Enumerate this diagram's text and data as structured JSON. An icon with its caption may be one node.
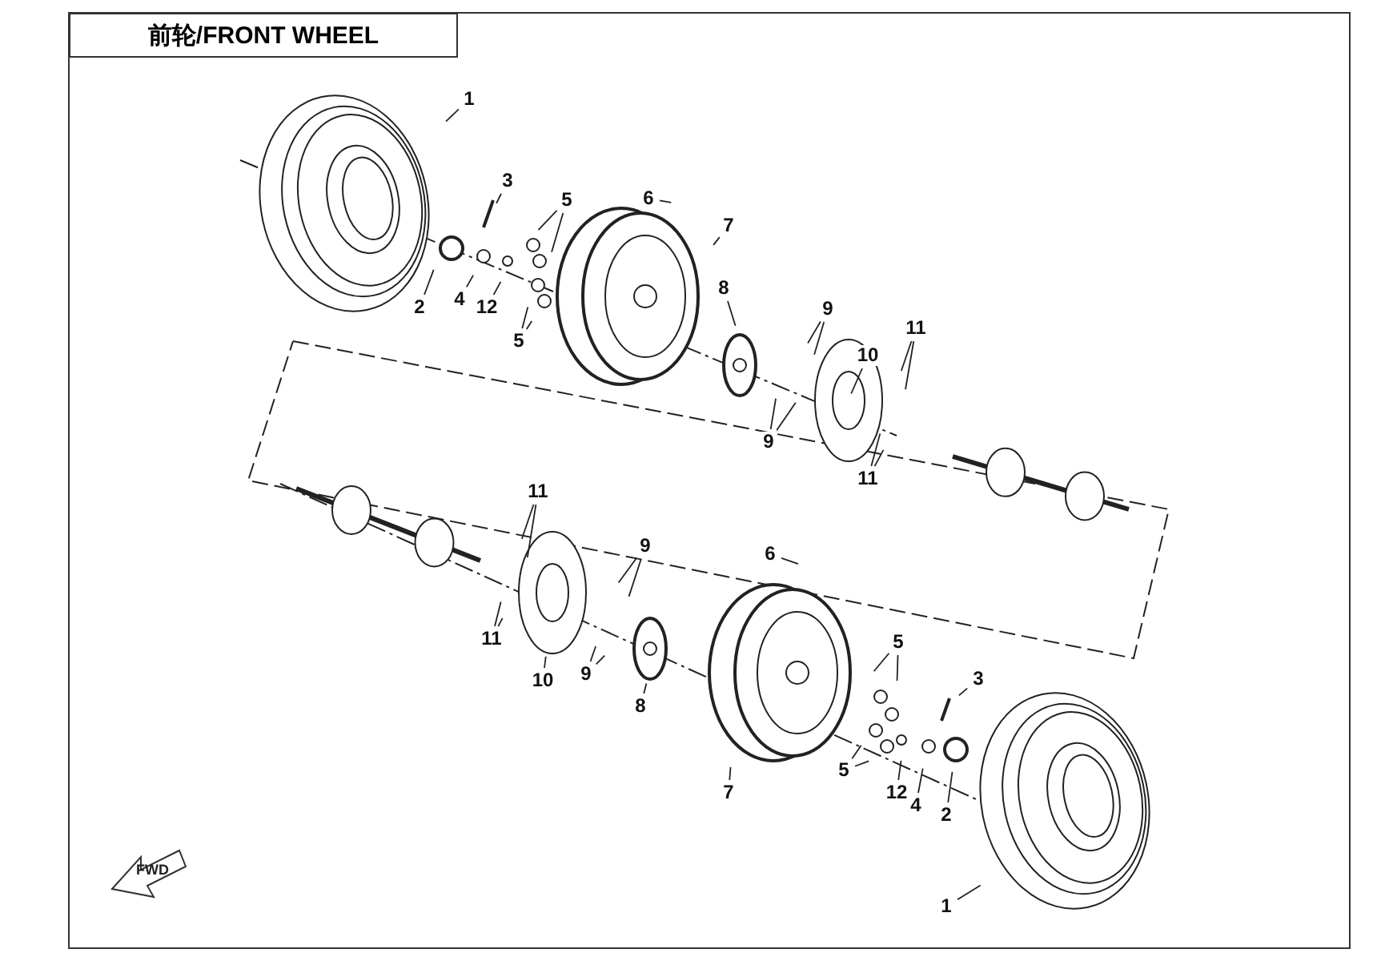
{
  "diagram": {
    "title": "前轮/FRONT WHEEL",
    "nodes": [
      {
        "text": [
          "1"
        ]
      },
      {
        "text": [
          "3"
        ]
      },
      {
        "text": [
          "5"
        ]
      },
      {
        "text": [
          "6"
        ]
      },
      {
        "text": [
          "7"
        ]
      },
      {
        "text": [
          "2"
        ]
      },
      {
        "text": [
          "4"
        ]
      },
      {
        "text": [
          "12"
        ]
      },
      {
        "text": [
          "5"
        ]
      },
      {
        "text": [
          "8"
        ]
      },
      {
        "text": [
          "9"
        ]
      },
      {
        "text": [
          "10"
        ]
      },
      {
        "text": [
          "11"
        ]
      },
      {
        "text": [
          "9"
        ]
      },
      {
        "text": [
          "11"
        ]
      },
      {
        "text": [
          "11"
        ]
      },
      {
        "text": [
          "9"
        ]
      },
      {
        "text": [
          "6"
        ]
      },
      {
        "text": [
          "5"
        ]
      },
      {
        "text": [
          "3"
        ]
      },
      {
        "text": [
          "11"
        ]
      },
      {
        "text": [
          "10"
        ]
      },
      {
        "text": [
          "9"
        ]
      },
      {
        "text": [
          "8"
        ]
      },
      {
        "text": [
          "7"
        ]
      },
      {
        "text": [
          "5"
        ]
      },
      {
        "text": [
          "12"
        ]
      },
      {
        "text": [
          "4"
        ]
      },
      {
        "text": [
          "2"
        ]
      },
      {
        "text": [
          "1"
        ]
      }
    ],
    "edges": [
      {
        "from": 0,
        "to": null,
        "arrow": "none"
      },
      {
        "from": 1,
        "to": null,
        "arrow": "none"
      },
      {
        "from": 2,
        "to": null,
        "arrow": "none"
      },
      {
        "from": 2,
        "to": null,
        "arrow": "none"
      },
      {
        "from": 3,
        "to": null,
        "arrow": "none"
      },
      {
        "from": 4,
        "to": null,
        "arrow": "none"
      },
      {
        "from": 5,
        "to": null,
        "arrow": "none"
      },
      {
        "from": 6,
        "to": null,
        "arrow": "none"
      },
      {
        "from": 7,
        "to": null,
        "arrow": "none"
      },
      {
        "from": 8,
        "to": null,
        "arrow": "none"
      },
      {
        "from": 8,
        "to": null,
        "arrow": "none"
      },
      {
        "from": 9,
        "to": null,
        "arrow": "none"
      },
      {
        "from": 10,
        "to": null,
        "arrow": "none"
      },
      {
        "from": 10,
        "to": null,
        "arrow": "none"
      },
      {
        "from": 11,
        "to": null,
        "arrow": "none"
      },
      {
        "from": 12,
        "to": null,
        "arrow": "none"
      },
      {
        "from": 12,
        "to": null,
        "arrow": "none"
      },
      {
        "from": 13,
        "to": null,
        "arrow": "none"
      },
      {
        "from": 13,
        "to": null,
        "arrow": "none"
      },
      {
        "from": 14,
        "to": null,
        "arrow": "none"
      },
      {
        "from": 14,
        "to": null,
        "arrow": "none"
      },
      {
        "from": 15,
        "to": null,
        "arrow": "none"
      },
      {
        "from": 15,
        "to": null,
        "arrow": "none"
      },
      {
        "from": 16,
        "to": null,
        "arrow": "none"
      },
      {
        "from": 16,
        "to": null,
        "arrow": "none"
      },
      {
        "from": 17,
        "to": null,
        "arrow": "none"
      },
      {
        "from": 18,
        "to": null,
        "arrow": "none"
      },
      {
        "from": 18,
        "to": null,
        "arrow": "none"
      },
      {
        "from": 19,
        "to": null,
        "arrow": "none"
      },
      {
        "from": 20,
        "to": null,
        "arrow": "none"
      },
      {
        "from": 20,
        "to": null,
        "arrow": "none"
      },
      {
        "from": 21,
        "to": null,
        "arrow": "none"
      },
      {
        "from": 22,
        "to": null,
        "arrow": "none"
      },
      {
        "from": 22,
        "to": null,
        "arrow": "none"
      },
      {
        "from": 23,
        "to": null,
        "arrow": "none"
      },
      {
        "from": 24,
        "to": null,
        "arrow": "none"
      },
      {
        "from": 25,
        "to": null,
        "arrow": "none"
      },
      {
        "from": 25,
        "to": null,
        "arrow": "none"
      },
      {
        "from": 26,
        "to": null,
        "arrow": "none"
      },
      {
        "from": 27,
        "to": null,
        "arrow": "none"
      },
      {
        "from": 28,
        "to": null,
        "arrow": "none"
      },
      {
        "from": 29,
        "to": null,
        "arrow": "none"
      }
    ],
    "labels": [
      "FWD"
    ]
  }
}
